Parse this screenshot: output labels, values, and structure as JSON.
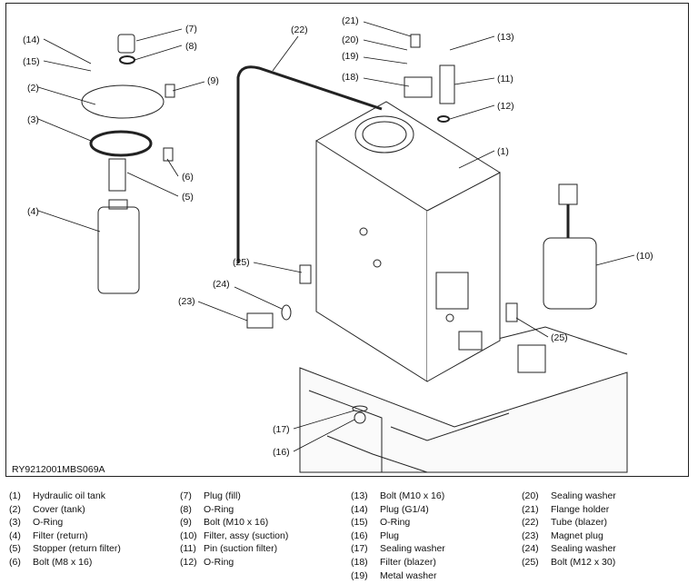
{
  "figure_code": "RY9212001MBS069A",
  "callouts": [
    "(1)",
    "(2)",
    "(3)",
    "(4)",
    "(5)",
    "(6)",
    "(7)",
    "(8)",
    "(9)",
    "(10)",
    "(11)",
    "(12)",
    "(13)",
    "(14)",
    "(15)",
    "(16)",
    "(17)",
    "(18)",
    "(19)",
    "(20)",
    "(21)",
    "(22)",
    "(23)",
    "(24)",
    "(25)",
    "(25)"
  ],
  "legend": {
    "columns": [
      [
        {
          "num": "(1)",
          "label": "Hydraulic oil tank"
        },
        {
          "num": "(2)",
          "label": "Cover (tank)"
        },
        {
          "num": "(3)",
          "label": "O-Ring"
        },
        {
          "num": "(4)",
          "label": "Filter (return)"
        },
        {
          "num": "(5)",
          "label": "Stopper (return filter)"
        },
        {
          "num": "(6)",
          "label": "Bolt (M8 x 16)"
        }
      ],
      [
        {
          "num": "(7)",
          "label": "Plug (fill)"
        },
        {
          "num": "(8)",
          "label": "O-Ring"
        },
        {
          "num": "(9)",
          "label": "Bolt (M10 x 16)"
        },
        {
          "num": "(10)",
          "label": "Filter, assy (suction)"
        },
        {
          "num": "(11)",
          "label": "Pin (suction filter)"
        },
        {
          "num": "(12)",
          "label": "O-Ring"
        }
      ],
      [
        {
          "num": "(13)",
          "label": "Bolt (M10 x 16)"
        },
        {
          "num": "(14)",
          "label": "Plug (G1/4)"
        },
        {
          "num": "(15)",
          "label": "O-Ring"
        },
        {
          "num": "(16)",
          "label": "Plug"
        },
        {
          "num": "(17)",
          "label": "Sealing washer"
        },
        {
          "num": "(18)",
          "label": "Filter (blazer)"
        },
        {
          "num": "(19)",
          "label": "Metal washer"
        }
      ],
      [
        {
          "num": "(20)",
          "label": "Sealing washer"
        },
        {
          "num": "(21)",
          "label": "Flange holder"
        },
        {
          "num": "(22)",
          "label": "Tube (blazer)"
        },
        {
          "num": "(23)",
          "label": "Magnet plug"
        },
        {
          "num": "(24)",
          "label": "Sealing washer"
        },
        {
          "num": "(25)",
          "label": "Bolt (M12 x 30)"
        }
      ]
    ]
  }
}
